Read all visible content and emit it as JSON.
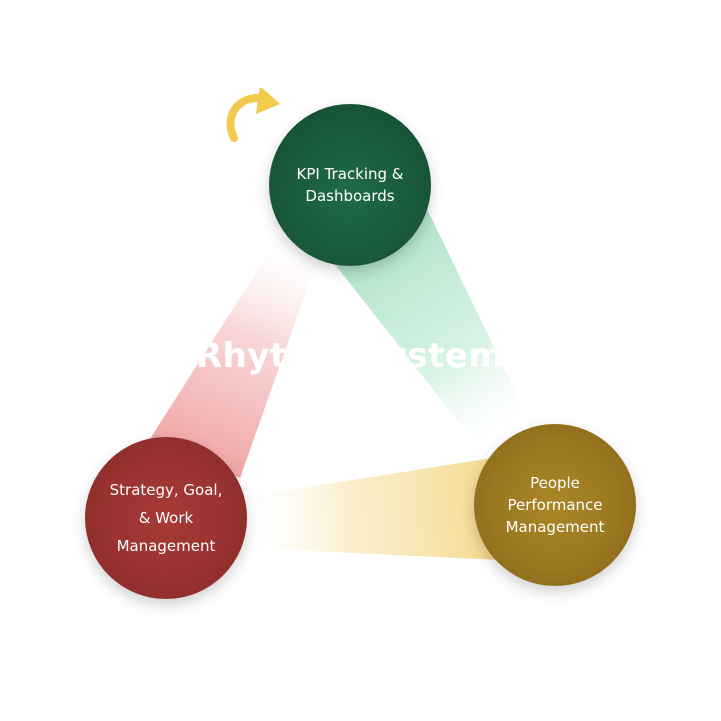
{
  "diagram": {
    "center_title": "Rhythm Systems",
    "nodes": {
      "kpi": {
        "line1": "KPI Tracking &",
        "line2": "Dashboards"
      },
      "strategy": {
        "line1": "Strategy, Goal,",
        "line2": "& Work",
        "line3": "Management"
      },
      "people": {
        "line1": "People",
        "line2": "Performance",
        "line3": "Management"
      }
    },
    "colors": {
      "kpi": "#195a3a",
      "strategy": "#983230",
      "people": "#9a7820",
      "band_green": "#bfe8d2",
      "band_red": "#f2b8b8",
      "band_yellow": "#f7e2a6",
      "arrow": "#f2c94c"
    },
    "icons": {
      "cycle_arrow": "curved-arrow-icon"
    }
  }
}
